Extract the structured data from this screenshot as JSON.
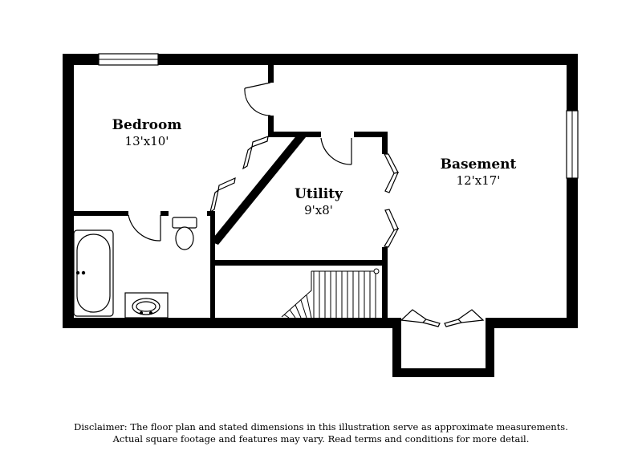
{
  "rooms": {
    "bedroom": {
      "name": "Bedroom",
      "dimensions": "13'x10'"
    },
    "utility": {
      "name": "Utility",
      "dimensions": "9'x8'"
    },
    "basement": {
      "name": "Basement",
      "dimensions": "12'x17'"
    }
  },
  "disclaimer": {
    "line1": "Disclaimer: The floor plan and stated dimensions in this illustration serve as approximate measurements.",
    "line2": "Actual square footage and features may vary. Read terms and conditions for more detail."
  }
}
